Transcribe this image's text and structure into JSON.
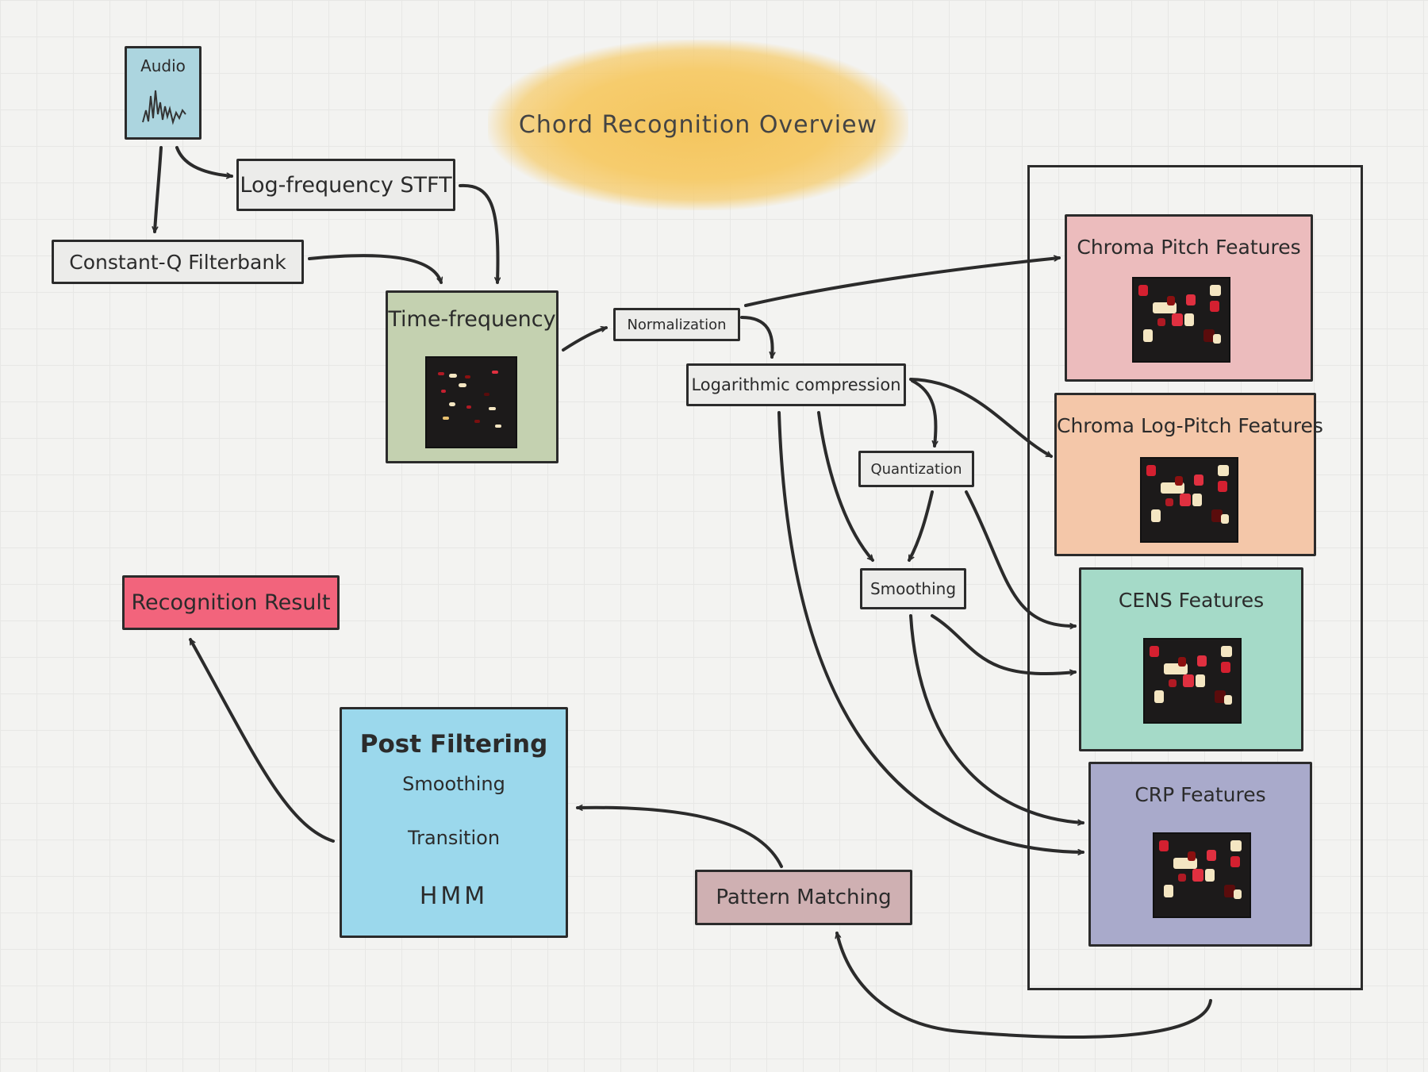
{
  "title": "Chord Recognition Overview",
  "nodes": {
    "audio": "Audio",
    "log_stft": "Log-frequency STFT",
    "constant_q": "Constant-Q Filterbank",
    "time_frequency": "Time-frequency",
    "normalization": "Normalization",
    "log_compression": "Logarithmic compression",
    "quantization": "Quantization",
    "smoothing": "Smoothing",
    "recognition_result": "Recognition Result",
    "post_filtering": {
      "title": "Post Filtering",
      "items": [
        "Smoothing",
        "Transition",
        "HMM"
      ]
    },
    "pattern_matching": "Pattern Matching"
  },
  "features": [
    {
      "label": "Chroma Pitch Features",
      "color": "#ecbcbd"
    },
    {
      "label": "Chroma Log-Pitch Features",
      "color": "#f4c7a9"
    },
    {
      "label": "CENS Features",
      "color": "#a5dac8"
    },
    {
      "label": "CRP Features",
      "color": "#a9aacb"
    }
  ],
  "colors": {
    "audio": "#acd5df",
    "time_frequency": "#c4d1b0",
    "recognition_result": "#f2647c",
    "post_filtering": "#9bd8ec",
    "pattern_matching": "#cfb0b2",
    "title_cloud": "#f6cc6d",
    "stroke": "#2b2b2b"
  }
}
